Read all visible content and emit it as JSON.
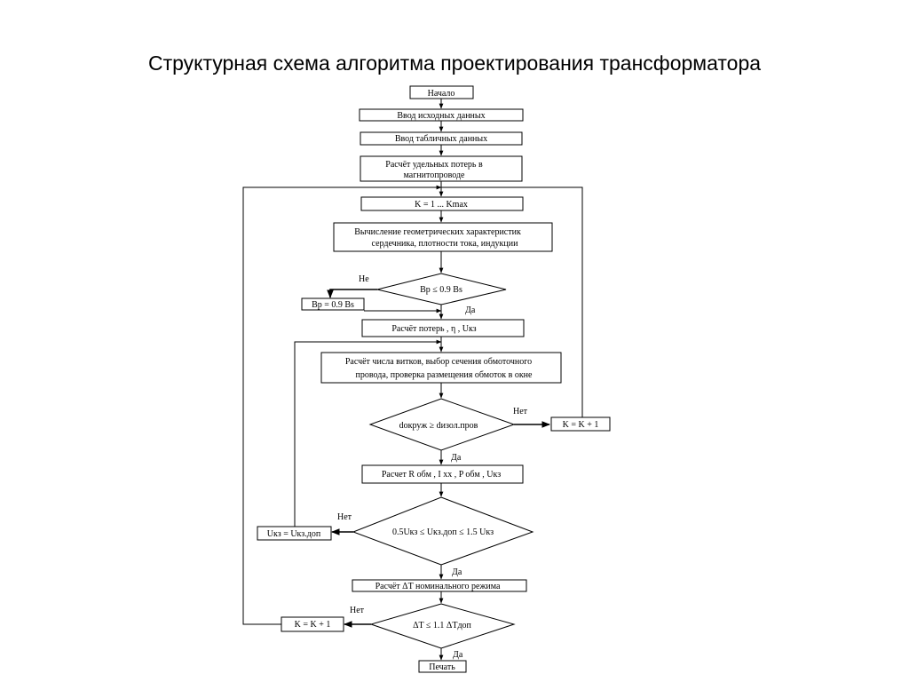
{
  "title": "Структурная схема алгоритма проектирования трансформатора",
  "nodes": {
    "start": "Начало",
    "input_data": "Ввод исходных данных",
    "table_data": "Ввод табличных данных",
    "core_loss_1": "Расчёт удельных потерь в",
    "core_loss_2": "магнитопроводе",
    "k_loop": "K = 1 ... Kmax",
    "geom_1": "Вычисление геометрических характеристик",
    "geom_2": "сердечника, плотности тока, индукции",
    "cond_b": "Bp ≤ 0.9 Bs",
    "set_b": "Bp = 0.9 Bs",
    "losses": "Расчёт потерь , η , Uкз",
    "turns_1": "Расчёт числа витков, выбор сечения обмоточного",
    "turns_2": "провода, проверка размещения обмоток в окне",
    "cond_d": "dокруж ≥ dизол.пров",
    "k_inc_1": "K = K + 1",
    "calc_r": "Расчет R обм , I хх , P обм , Uкз",
    "cond_u": "0.5Uкз ≤ Uкз.доп ≤ 1.5 Uкз",
    "set_u": "Uкз = Uкз.доп",
    "calc_t": "Расчёт ΔT номинального режима",
    "cond_t": "ΔT ≤ 1.1 ΔTдоп",
    "k_inc_2": "K = K + 1",
    "print": "Печать"
  },
  "edge_labels": {
    "no_b": "Не",
    "yes_b": "Да",
    "no_d": "Нет",
    "yes_d": "Да",
    "no_u": "Нет",
    "yes_u": "Да",
    "no_t": "Нет",
    "yes_t": "Да"
  }
}
